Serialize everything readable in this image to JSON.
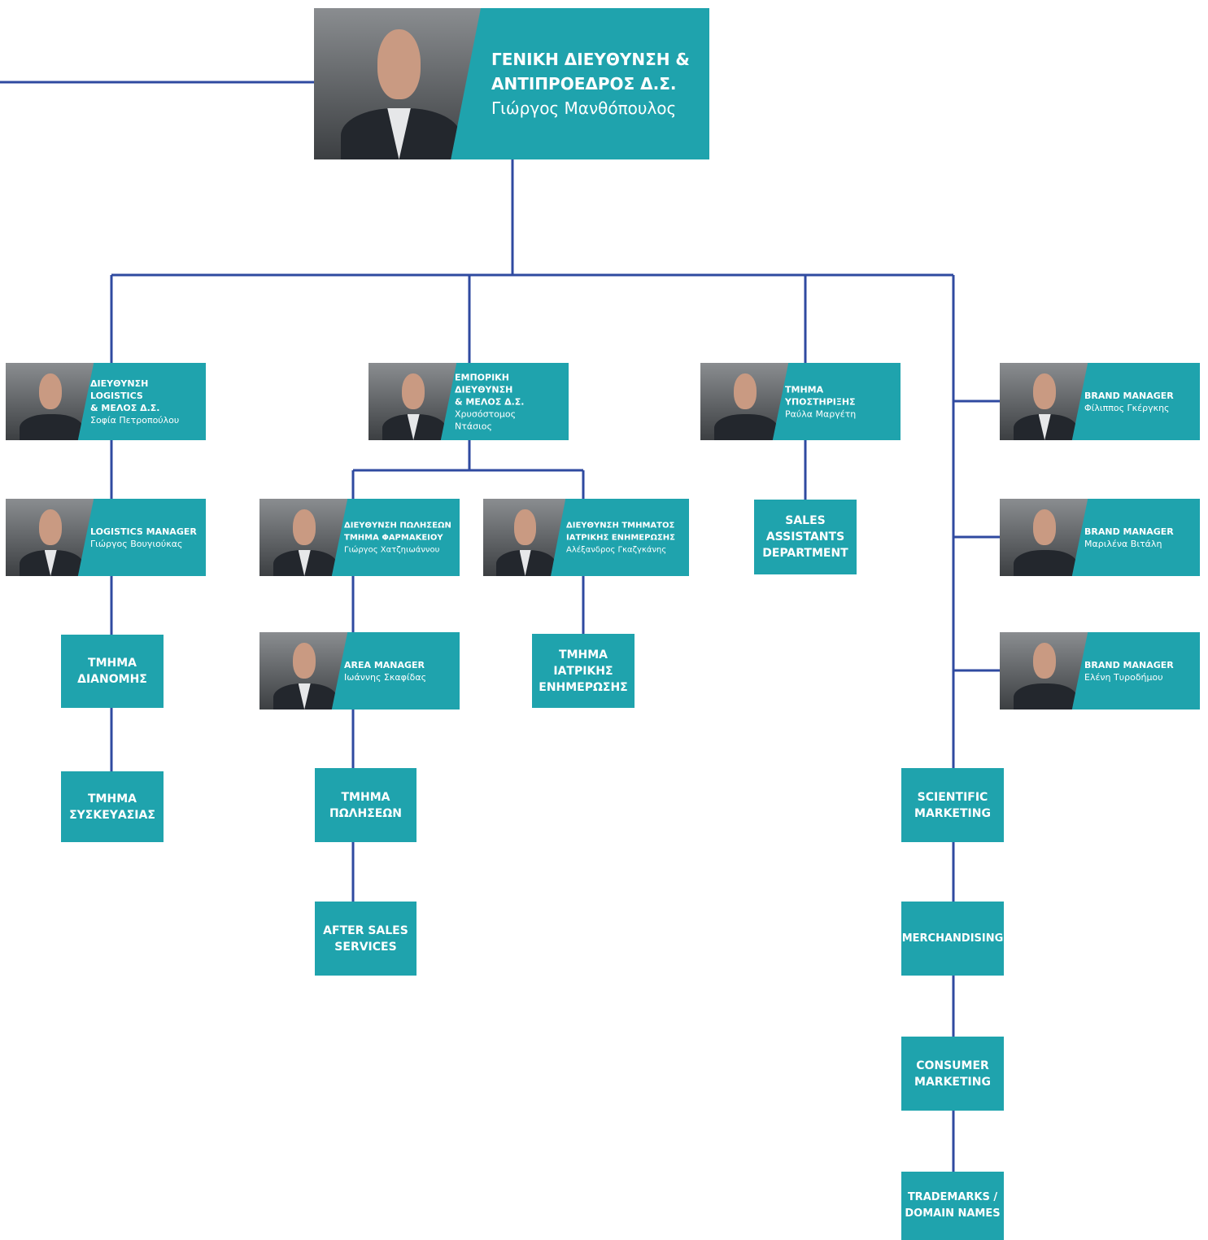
{
  "colors": {
    "teal": "#1fa3ad",
    "line": "#2f4aa0",
    "text": "#ffffff"
  },
  "ceo": {
    "role_line1": "ΓΕΝΙΚΗ ΔΙΕΥΘΥΝΣΗ &",
    "role_line2": "ΑΝΤΙΠΡΟΕΔΡΟΣ Δ.Σ.",
    "name": "Γιώργος Μανθόπουλος"
  },
  "logistics_director": {
    "role_line1": "ΔΙΕΥΘΥΝΣΗ LOGISTICS",
    "role_line2": "& ΜΕΛΟΣ Δ.Σ.",
    "name": "Σοφία Πετροπούλου"
  },
  "commercial_director": {
    "role_line1": "ΕΜΠΟΡΙΚΗ ΔΙΕΥΘΥΝΣΗ",
    "role_line2": "& ΜΕΛΟΣ Δ.Σ.",
    "name_line1": "Χρυσόστομος",
    "name_line2": "Ντάσιος"
  },
  "support_dept": {
    "role": "ΤΜΗΜΑ ΥΠΟΣΤΗΡΙΞΗΣ",
    "name": "Ραύλα Μαργέτη"
  },
  "brand_manager_1": {
    "role": "BRAND MANAGER",
    "name": "Φίλιππος Γκέργκης"
  },
  "brand_manager_2": {
    "role": "BRAND MANAGER",
    "name": "Μαριλένα Βιτάλη"
  },
  "brand_manager_3": {
    "role": "BRAND MANAGER",
    "name": "Ελένη Τυροδήμου"
  },
  "logistics_manager": {
    "role": "LOGISTICS MANAGER",
    "name": "Γιώργος Βουγιούκας"
  },
  "pharmacy_sales_director": {
    "role_line1": "ΔΙΕΥΘΥΝΣΗ ΠΩΛΗΣΕΩΝ",
    "role_line2": "ΤΜΗΜΑ ΦΑΡΜΑΚΕΙΟΥ",
    "name": "Γιώργος Χατζηιωάννου"
  },
  "medical_info_director": {
    "role_line1": "ΔΙΕΥΘΥΝΣΗ ΤΜΗΜΑΤΟΣ",
    "role_line2": "ΙΑΤΡΙΚΗΣ ΕΝΗΜΕΡΩΣΗΣ",
    "name": "Αλέξανδρος Γκαζγκάνης"
  },
  "area_manager": {
    "role": "AREA MANAGER",
    "name": "Ιωάννης Σκαφίδας"
  },
  "departments": {
    "sales_assistants": [
      "SALES",
      "ASSISTANTS",
      "DEPARTMENT"
    ],
    "distribution": [
      "ΤΜΗΜΑ",
      "ΔΙΑΝΟΜΗΣ"
    ],
    "packaging": [
      "ΤΜΗΜΑ",
      "ΣΥΣΚΕΥΑΣΙΑΣ"
    ],
    "medical_info": [
      "ΤΜΗΜΑ",
      "ΙΑΤΡΙΚΗΣ",
      "ΕΝΗΜΕΡΩΣΗΣ"
    ],
    "sales": [
      "ΤΜΗΜΑ",
      "ΠΩΛΗΣΕΩΝ"
    ],
    "after_sales": [
      "AFTER SALES",
      "SERVICES"
    ],
    "scientific_marketing": [
      "SCIENTIFIC",
      "MARKETING"
    ],
    "merchandising": [
      "MERCHANDISING"
    ],
    "consumer_marketing": [
      "CONSUMER",
      "MARKETING"
    ],
    "trademarks": [
      "TRADEMARKS /",
      "DOMAIN NAMES"
    ]
  }
}
